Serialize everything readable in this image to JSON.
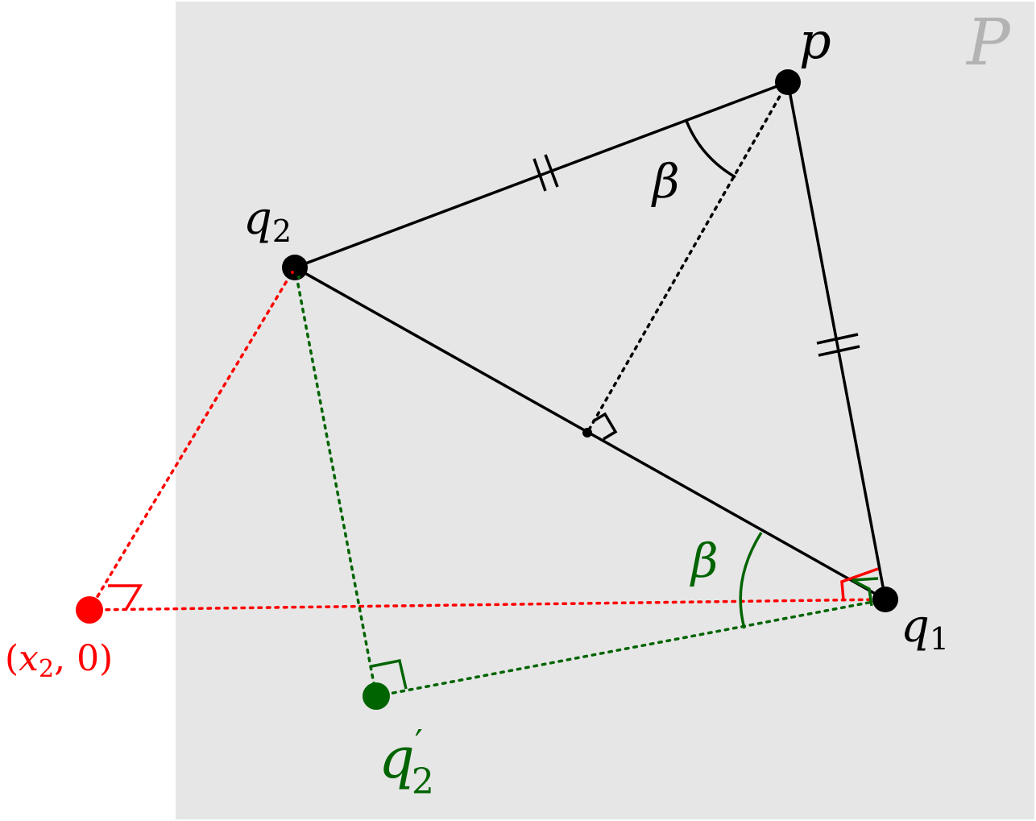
{
  "region": {
    "label": "P",
    "color": "#e6e6e6",
    "label_color": "#b3b3b3"
  },
  "colors": {
    "main": "#000000",
    "red": "#ff0000",
    "green": "#006400"
  },
  "points": {
    "p": {
      "name": "p"
    },
    "q1": {
      "name": "q",
      "sub": "1"
    },
    "q2": {
      "name": "q",
      "sub": "2"
    },
    "q2prime": {
      "name": "q",
      "prime": "′",
      "sub": "2"
    },
    "x2": {
      "open": "(",
      "name": "x",
      "sub": "2",
      "rest": ", 0)"
    },
    "midpoint": {
      "name": ""
    }
  },
  "angles": {
    "top": {
      "label": "β"
    },
    "bottom": {
      "label": "β"
    }
  }
}
